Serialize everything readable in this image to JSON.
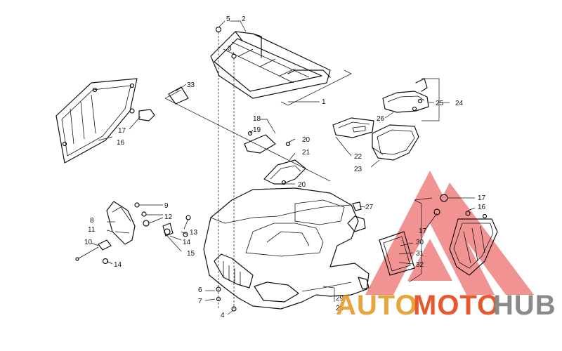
{
  "labels": {
    "l1": "1",
    "l2": "2",
    "l3": "3",
    "l4": "4",
    "l5": "5",
    "l6": "6",
    "l7": "7",
    "l8": "8",
    "l9": "9",
    "l10": "10",
    "l11": "11",
    "l12": "12",
    "l13": "13",
    "l14a": "14",
    "l14b": "14",
    "l15": "15",
    "l16a": "16",
    "l16b": "16",
    "l17a": "17",
    "l17b": "17",
    "l17c": "17",
    "l18": "18",
    "l19": "19",
    "l20a": "20",
    "l20b": "20",
    "l21": "21",
    "l22": "22",
    "l23": "23",
    "l24": "24",
    "l25": "25",
    "l26": "26",
    "l27": "27",
    "l28": "28",
    "l29": "29",
    "l30": "30",
    "l31": "31",
    "l32": "32",
    "l33": "33"
  },
  "watermark": {
    "text_a": "AUTO",
    "text_b": "MOTO",
    "text_c": "HUB",
    "color_a": "#e8a33a",
    "color_b": "#e8572e",
    "color_c": "#8a8a8a",
    "triangle_color": "#e83c3c"
  }
}
